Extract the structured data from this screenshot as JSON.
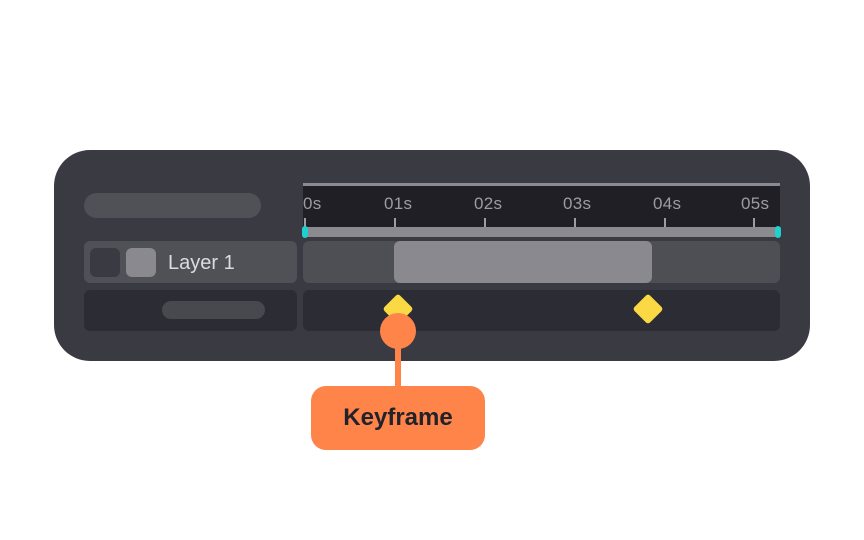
{
  "timeline": {
    "ruler": {
      "labels": [
        "0s",
        "01s",
        "02s",
        "03s",
        "04s",
        "05s"
      ]
    },
    "layers": [
      {
        "label": "Layer 1"
      }
    ],
    "keyframes": [
      {
        "time": "01s"
      },
      {
        "time": "03.8s"
      }
    ]
  },
  "callout": {
    "label": "Keyframe"
  },
  "colors": {
    "panel": "#393a42",
    "playhead_handle": "#1fd0cf",
    "keyframe": "#fbd944",
    "callout": "#ff844a"
  }
}
